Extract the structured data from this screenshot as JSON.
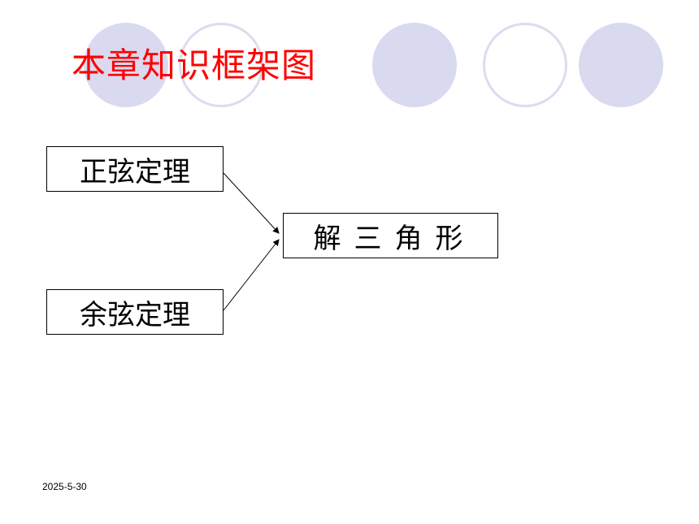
{
  "slide": {
    "title": "本章知识框架图",
    "date": "2025-5-30"
  },
  "diagram": {
    "nodes": {
      "sine_law": "正弦定理",
      "cosine_law": "余弦定理",
      "solve_triangle": "解三角形"
    },
    "edges": [
      {
        "from": "sine_law",
        "to": "solve_triangle"
      },
      {
        "from": "cosine_law",
        "to": "solve_triangle"
      }
    ]
  },
  "colors": {
    "title": "#ff0000",
    "decor_fill": "#d9d9f0",
    "decor_outline": "#dcdcef"
  }
}
